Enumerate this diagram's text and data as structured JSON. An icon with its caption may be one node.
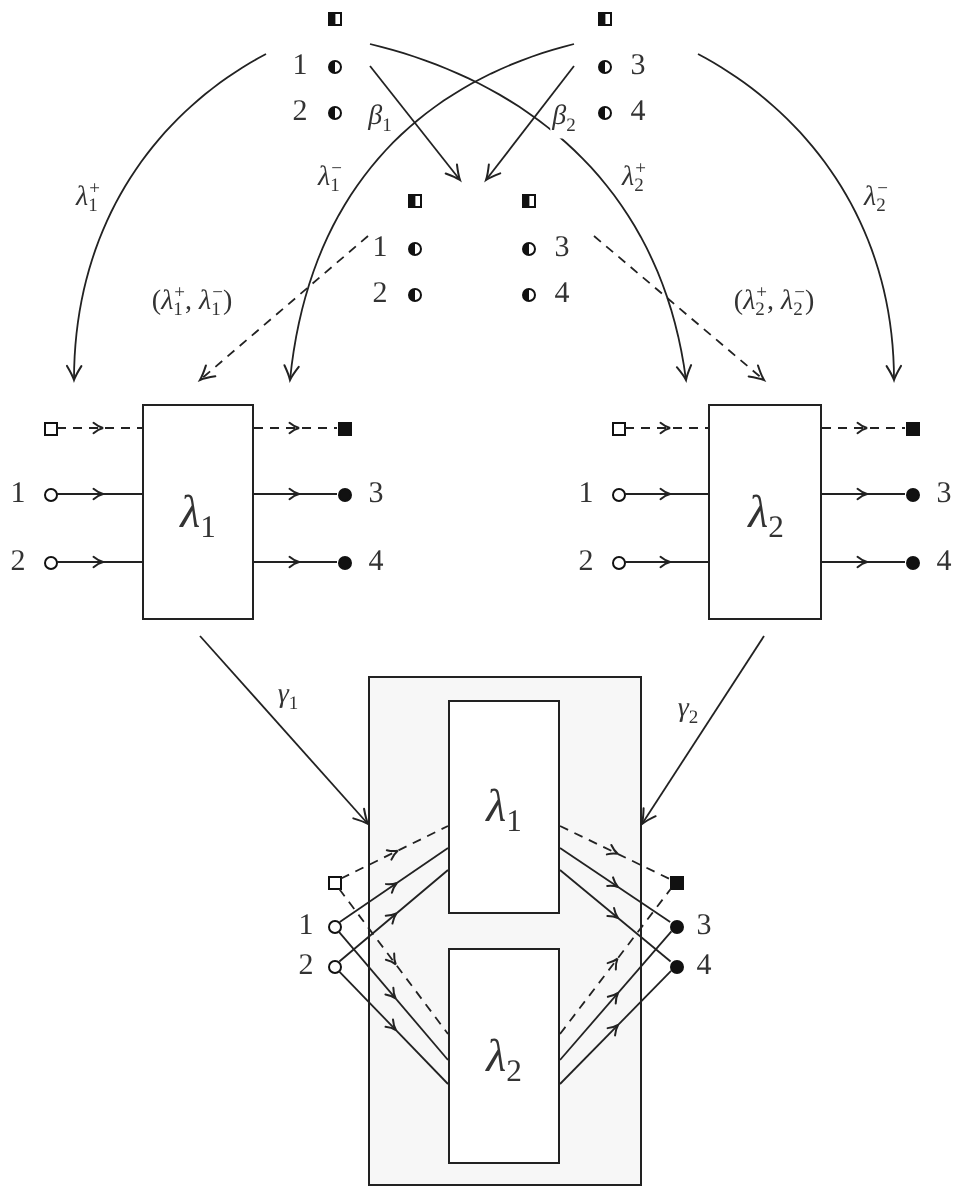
{
  "diagram": {
    "nodes": [
      {
        "text": [
          "1",
          "2"
        ]
      },
      {
        "text": [
          "3",
          "4"
        ]
      },
      {
        "text": [
          "1",
          "2",
          "3",
          "4"
        ]
      },
      {
        "text": [
          "1",
          "2",
          "3",
          "4"
        ]
      },
      {
        "text": [
          "*λ*$_{1}$"
        ],
        "in": 3
      },
      {
        "text": [],
        "shape": "box",
        "in": 3
      },
      {
        "text": [],
        "shape": "circle",
        "in": 3
      },
      {
        "text": [],
        "shape": "circle",
        "in": 3
      },
      {
        "text": [],
        "shape": "box",
        "in": 3
      },
      {
        "text": [],
        "shape": "circle",
        "in": 3
      },
      {
        "text": [],
        "shape": "circle",
        "in": 3
      },
      {
        "text": [
          "1",
          "2",
          "3",
          "4"
        ]
      },
      {
        "text": [
          "*λ*$_{2}$"
        ],
        "in": 11
      },
      {
        "text": [],
        "shape": "box",
        "in": 11
      },
      {
        "text": [],
        "shape": "circle",
        "in": 11
      },
      {
        "text": [],
        "shape": "circle",
        "in": 11
      },
      {
        "text": [],
        "shape": "box",
        "in": 11
      },
      {
        "text": [],
        "shape": "circle",
        "in": 11
      },
      {
        "text": [],
        "shape": "circle",
        "in": 11
      },
      {
        "text": [
          "1",
          "2",
          "3",
          "4"
        ]
      },
      {
        "text": [],
        "shape": "box",
        "in": 19
      },
      {
        "text": [
          "*λ*$_{1}$"
        ],
        "in": 20
      },
      {
        "text": [
          "*λ*$_{2}$"
        ],
        "in": 20
      },
      {
        "text": [],
        "shape": "box",
        "in": 19
      },
      {
        "text": [],
        "shape": "circle",
        "in": 19
      },
      {
        "text": [],
        "shape": "circle",
        "in": 19
      },
      {
        "text": [],
        "shape": "box",
        "in": 19
      },
      {
        "text": [],
        "shape": "circle",
        "in": 19
      },
      {
        "text": [],
        "shape": "circle",
        "in": 19
      }
    ],
    "edges": [
      {
        "from": 0,
        "to": 3,
        "arrow": "to",
        "label": "*λ*$_{1}$$^{+}$"
      },
      {
        "from": 0,
        "to": 2,
        "arrow": "to",
        "label": "*β*$_{1}$"
      },
      {
        "from": 0,
        "to": 11,
        "arrow": "to",
        "label": "*λ*$_{2}$$^{+}$"
      },
      {
        "from": 1,
        "to": 3,
        "arrow": "to",
        "label": "*λ*$_{1}$$^{−}$"
      },
      {
        "from": 1,
        "to": 2,
        "arrow": "to",
        "label": "*β*$_{2}$"
      },
      {
        "from": 1,
        "to": 11,
        "arrow": "to",
        "label": "*λ*$_{2}$$^{−}$"
      },
      {
        "from": 2,
        "to": 3,
        "arrow": "to",
        "style": "dashed",
        "label": "(*λ*$_{1}$$^{+}$, *λ*$_{1}$$^{−}$)"
      },
      {
        "from": 2,
        "to": 11,
        "arrow": "to",
        "style": "dashed",
        "label": "(*λ*$_{2}$$^{+}$, *λ*$_{2}$$^{−}$)"
      },
      {
        "from": 3,
        "to": 20,
        "arrow": "to",
        "label": "*γ*$_{1}$"
      },
      {
        "from": 11,
        "to": 20,
        "arrow": "to",
        "label": "*γ*$_{2}$"
      },
      {
        "from": 5,
        "to": 4,
        "arrow": "to",
        "style": "dashed"
      },
      {
        "from": 6,
        "to": 4,
        "arrow": "to"
      },
      {
        "from": 7,
        "to": 4,
        "arrow": "to"
      },
      {
        "from": 4,
        "to": 8,
        "arrow": "to",
        "style": "dashed"
      },
      {
        "from": 4,
        "to": 9,
        "arrow": "to"
      },
      {
        "from": 4,
        "to": 10,
        "arrow": "to"
      },
      {
        "from": 13,
        "to": 12,
        "arrow": "to",
        "style": "dashed"
      },
      {
        "from": 14,
        "to": 12,
        "arrow": "to"
      },
      {
        "from": 15,
        "to": 12,
        "arrow": "to"
      },
      {
        "from": 12,
        "to": 16,
        "arrow": "to",
        "style": "dashed"
      },
      {
        "from": 12,
        "to": 17,
        "arrow": "to"
      },
      {
        "from": 12,
        "to": 18,
        "arrow": "to"
      },
      {
        "from": 23,
        "to": 21,
        "arrow": "to",
        "style": "dashed"
      },
      {
        "from": 23,
        "to": 22,
        "arrow": "to",
        "style": "dashed"
      },
      {
        "from": 24,
        "to": 21,
        "arrow": "to"
      },
      {
        "from": 24,
        "to": 22,
        "arrow": "to"
      },
      {
        "from": 25,
        "to": 21,
        "arrow": "to"
      },
      {
        "from": 25,
        "to": 22,
        "arrow": "to"
      },
      {
        "from": 21,
        "to": 26,
        "arrow": "to",
        "style": "dashed"
      },
      {
        "from": 22,
        "to": 26,
        "arrow": "to",
        "style": "dashed"
      },
      {
        "from": 21,
        "to": 27,
        "arrow": "to"
      },
      {
        "from": 22,
        "to": 27,
        "arrow": "to"
      },
      {
        "from": 21,
        "to": 28,
        "arrow": "to"
      },
      {
        "from": 22,
        "to": 28,
        "arrow": "to"
      }
    ]
  }
}
